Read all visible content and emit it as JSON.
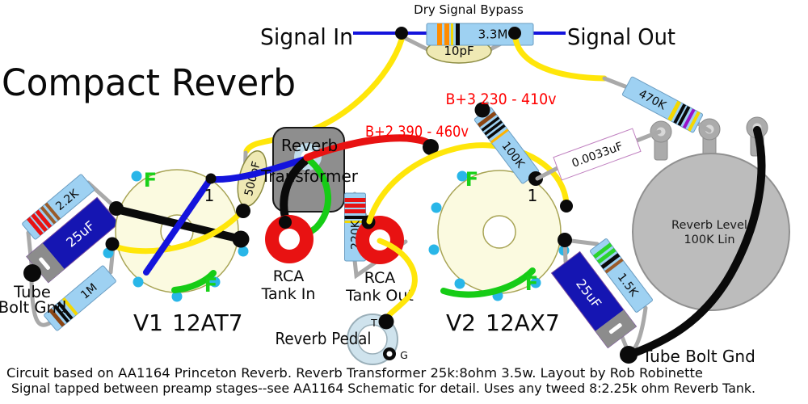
{
  "title": "Compact Reverb",
  "top": {
    "bypass_label": "Dry Signal Bypass",
    "signal_in": "Signal In",
    "signal_out": "Signal Out",
    "r_3m3": "3.3M",
    "c_10pf": "10pF"
  },
  "supplies": {
    "b2": "B+2 390 - 460v",
    "b3": "B+3 230 - 410v"
  },
  "transformer": {
    "line1": "Reverb",
    "line2": "Transformer"
  },
  "components": {
    "c_500pf": "500pF",
    "r_2k2": "2.2K",
    "c_25uf_v1": "25uF",
    "r_1m": "1M",
    "r_220k": "220K",
    "r_100k": "100K",
    "c_0033uf": "0.0033uF",
    "r_470k": "470K",
    "r_1k5": "1.5K",
    "c_25uf_v2": "25uF"
  },
  "jacks": {
    "tank_in_line1": "RCA",
    "tank_in_line2": "Tank In",
    "tank_out_line1": "RCA",
    "tank_out_line2": "Tank Out"
  },
  "pedal": {
    "label": "Reverb Pedal",
    "tip": "T",
    "ground": "G"
  },
  "pot": {
    "line1": "Reverb Level",
    "line2": "100K Lin"
  },
  "tubes": {
    "v1": {
      "name": "V1",
      "type": "12AT7",
      "pin1": "1",
      "f_top": "F",
      "f_bottom": "F"
    },
    "v2": {
      "name": "V2",
      "type": "12AX7",
      "pin1": "1",
      "f_top": "F",
      "f_bottom": "F"
    }
  },
  "grounds": {
    "left_line1": "Tube",
    "left_line2": "Bolt Gnd",
    "right": "Tube Bolt Gnd"
  },
  "footer": {
    "line1": "Circuit based on AA1164 Princeton Reverb. Reverb Transformer 25k:8ohm 3.5w. Layout by Rob Robinette",
    "line2": "Signal tapped between preamp stages--see AA1164 Schematic for detail. Uses any tweed 8:2.25k ohm Reverb Tank."
  },
  "colors": {
    "wire_yellow": "#ffe60a",
    "wire_blue": "#1414dc",
    "wire_red": "#e81212",
    "wire_green": "#16cc16",
    "wire_black": "#0a0a0a",
    "lead_gray": "#a9a9a9",
    "resistor_body": "#9ed1f2",
    "cap_electrolytic": "#1515b2",
    "cap_ceramic": "#efe9b4",
    "cap_film": "#ffffff",
    "socket_cream": "#fbfae0",
    "jack_red": "#e81212",
    "pot_gray": "#bcbcbc",
    "transformer_gray": "#8e8e8e",
    "pin_cyan": "#29b6e8",
    "supply_text_red": "#ff0000",
    "filament_green": "#19d119"
  }
}
